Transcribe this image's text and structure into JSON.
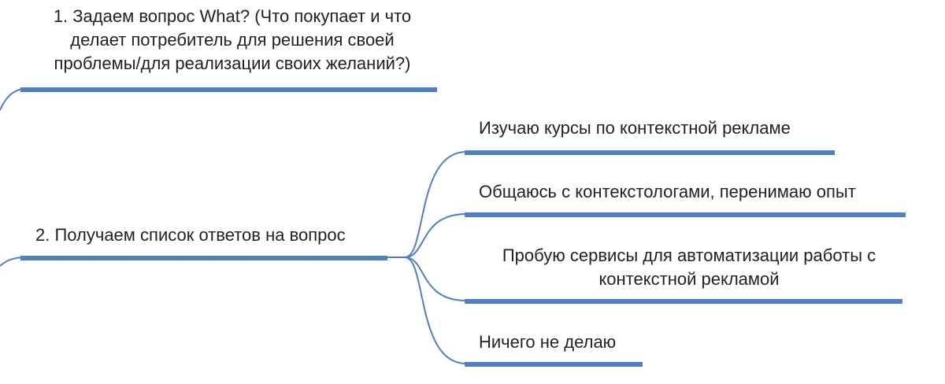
{
  "colors": {
    "connector": "#4f80c4",
    "text": "#222222",
    "background": "#ffffff"
  },
  "nodes": {
    "question": {
      "lines": [
        "1. Задаем вопрос What? (Что покупает и что",
        "делает потребитель для решения своей",
        "проблемы/для реализации своих желаний?)"
      ]
    },
    "answers_header": {
      "label": "2. Получаем список ответов на вопрос"
    },
    "answers": [
      {
        "lines": [
          "Изучаю курсы по контекстной рекламе"
        ]
      },
      {
        "lines": [
          "Общаюсь с контекстологами, перенимаю опыт"
        ]
      },
      {
        "lines": [
          "Пробую сервисы для автоматизации работы с",
          "контекстной рекламой"
        ]
      },
      {
        "lines": [
          "Ничего не делаю"
        ]
      }
    ]
  }
}
